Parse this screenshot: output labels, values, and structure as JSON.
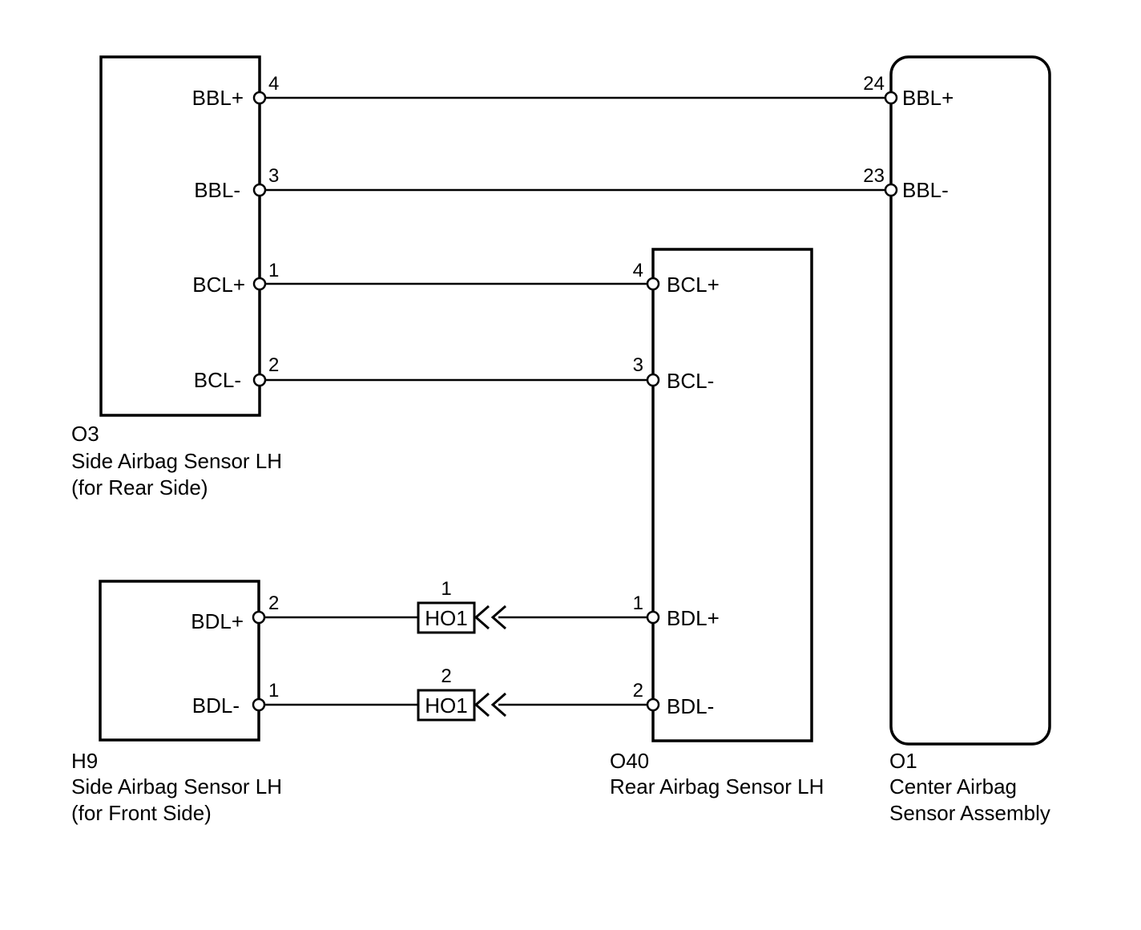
{
  "components": {
    "o3": {
      "code": "O3",
      "name": "Side Airbag Sensor LH",
      "note": "(for Rear Side)",
      "pins": [
        {
          "label": "BBL+",
          "num": "4"
        },
        {
          "label": "BBL-",
          "num": "3"
        },
        {
          "label": "BCL+",
          "num": "1"
        },
        {
          "label": "BCL-",
          "num": "2"
        }
      ]
    },
    "h9": {
      "code": "H9",
      "name": "Side Airbag Sensor LH",
      "note": "(for Front Side)",
      "pins": [
        {
          "label": "BDL+",
          "num": "2"
        },
        {
          "label": "BDL-",
          "num": "1"
        }
      ]
    },
    "o40": {
      "code": "O40",
      "name": "Rear Airbag Sensor LH",
      "pins": [
        {
          "label": "BCL+",
          "num": "4"
        },
        {
          "label": "BCL-",
          "num": "3"
        },
        {
          "label": "BDL+",
          "num": "1"
        },
        {
          "label": "BDL-",
          "num": "2"
        }
      ]
    },
    "o1": {
      "code": "O1",
      "name_line1": "Center Airbag",
      "name_line2": "Sensor Assembly",
      "pins": [
        {
          "label": "BBL+",
          "num": "24"
        },
        {
          "label": "BBL-",
          "num": "23"
        }
      ]
    }
  },
  "connectors": [
    {
      "code": "HO1",
      "pin": "1"
    },
    {
      "code": "HO1",
      "pin": "2"
    }
  ]
}
